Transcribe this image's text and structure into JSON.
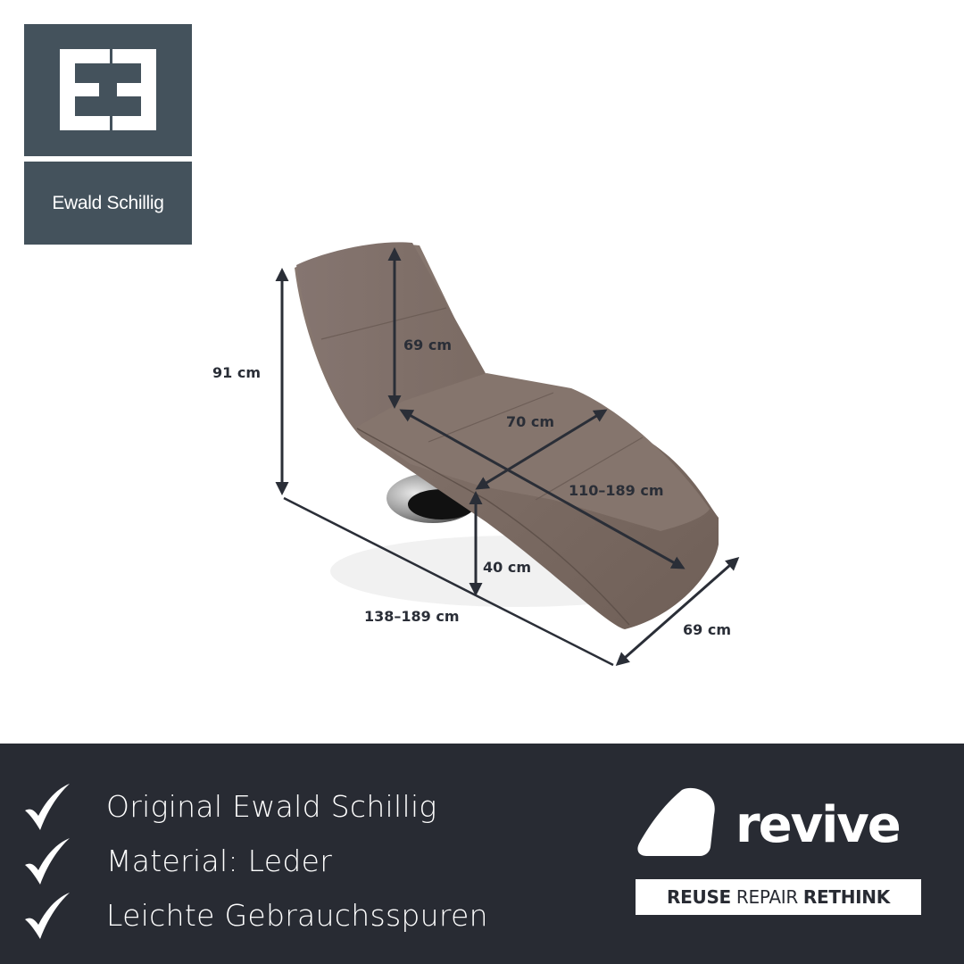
{
  "brand": {
    "logo_mark": "EE",
    "name": "Ewald Schillig",
    "color": "#44525c"
  },
  "product": {
    "type": "chaise-longue",
    "upholstery_color": "#7d6c64",
    "base": "chrome swivel disc"
  },
  "dimensions": {
    "total_height": "91 cm",
    "backrest_height": "69 cm",
    "seat_depth": "70 cm",
    "lying_length": "110–189 cm",
    "seat_height": "40 cm",
    "total_length": "138–189 cm",
    "width": "69 cm",
    "line_color": "#2a2e37"
  },
  "footer": {
    "background": "#282b33",
    "features": [
      {
        "icon": "check-icon",
        "label": "Original Ewald Schillig"
      },
      {
        "icon": "check-icon",
        "label": "Material: Leder"
      },
      {
        "icon": "check-icon",
        "label": "Leichte Gebrauchsspuren"
      }
    ],
    "revive": {
      "word": "revive",
      "tagline": {
        "part1": "REUSE",
        "part2": "REPAIR",
        "part3": "RETHINK"
      }
    }
  }
}
